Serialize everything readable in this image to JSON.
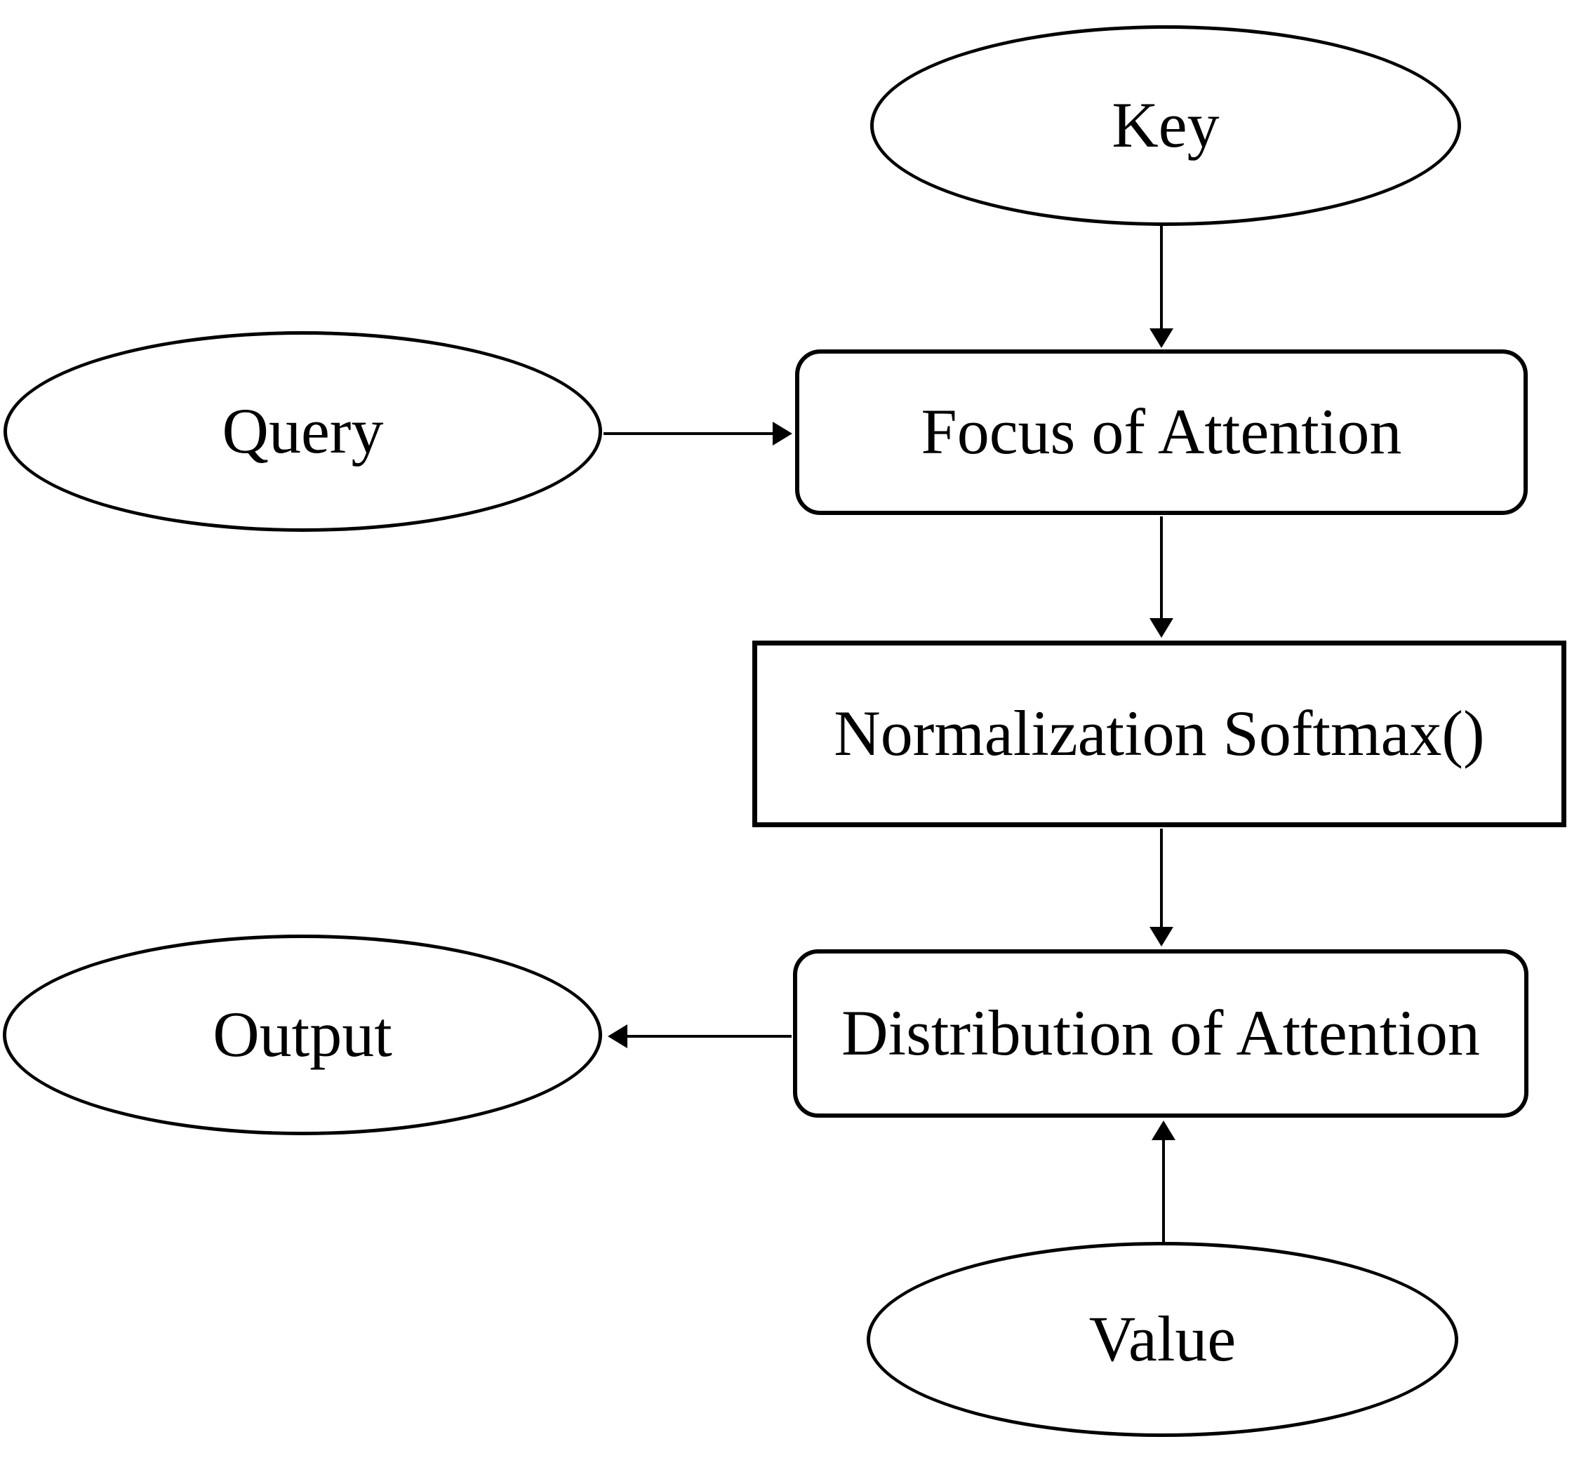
{
  "nodes": {
    "key": {
      "label": "Key",
      "shape": "ellipse"
    },
    "query": {
      "label": "Query",
      "shape": "ellipse"
    },
    "focus": {
      "label": "Focus of Attention",
      "shape": "rounded-rect"
    },
    "normalization": {
      "label": "Normalization Softmax()",
      "shape": "rect"
    },
    "distribution": {
      "label": "Distribution of Attention",
      "shape": "rounded-rect"
    },
    "output": {
      "label": "Output",
      "shape": "ellipse"
    },
    "value": {
      "label": "Value",
      "shape": "ellipse"
    }
  },
  "edges": [
    {
      "from": "Key",
      "to": "Focus of Attention"
    },
    {
      "from": "Query",
      "to": "Focus of Attention"
    },
    {
      "from": "Focus of Attention",
      "to": "Normalization Softmax()"
    },
    {
      "from": "Normalization Softmax()",
      "to": "Distribution of Attention"
    },
    {
      "from": "Distribution of Attention",
      "to": "Output"
    },
    {
      "from": "Value",
      "to": "Distribution of Attention"
    }
  ],
  "colors": {
    "stroke": "#000000",
    "text": "#000000",
    "background": "#ffffff"
  }
}
